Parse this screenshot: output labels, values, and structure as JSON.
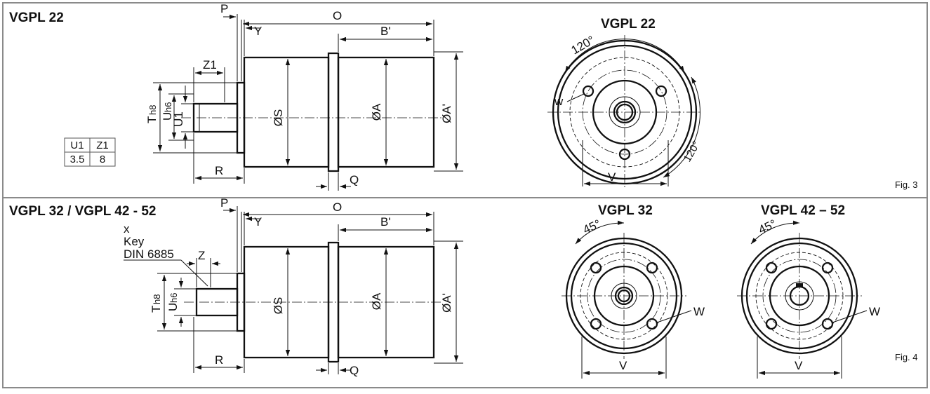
{
  "fig3": {
    "title": "VGPL 22",
    "front_title": "VGPL 22",
    "fig_label": "Fig. 3",
    "dims": {
      "P": "P",
      "O": "O",
      "Y": "Y",
      "B_prime": "B'",
      "Z1": "Z1",
      "T": "T",
      "T_sub": "h8",
      "U": "U",
      "U_sub": "h6",
      "U1": "U1",
      "S": "ØS",
      "A": "ØA",
      "A_prime": "ØA'",
      "R": "R",
      "Q": "Q",
      "V": "V",
      "w": "w",
      "angle_top": "120°",
      "angle_side": "120°"
    },
    "table": {
      "headers": [
        "U1",
        "Z1"
      ],
      "values": [
        "3.5",
        "8"
      ]
    }
  },
  "fig4": {
    "title": "VGPL 32 / VGPL 42 - 52",
    "front_title_a": "VGPL 32",
    "front_title_b": "VGPL 42 – 52",
    "fig_label": "Fig. 4",
    "key_note": [
      "x",
      "Key",
      "DIN 6885"
    ],
    "dims": {
      "P": "P",
      "O": "O",
      "Y": "Y",
      "B_prime": "B'",
      "Z": "Z",
      "T": "T",
      "T_sub": "h8",
      "U": "U",
      "U_sub": "h6",
      "S": "ØS",
      "A": "ØA",
      "A_prime": "ØA'",
      "R": "R",
      "Q": "Q",
      "V": "V",
      "W": "W",
      "angle": "45°"
    }
  }
}
